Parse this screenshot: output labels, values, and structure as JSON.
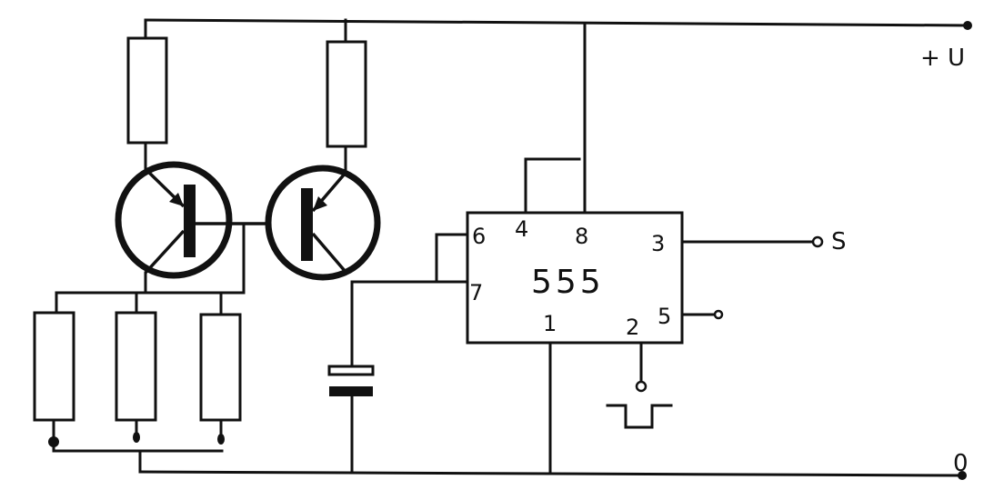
{
  "labels": {
    "supply": "+ U",
    "ground": "0",
    "output": "S",
    "ic": "555"
  },
  "pins": {
    "p6": "6",
    "p4": "4",
    "p8": "8",
    "p3": "3",
    "p7": "7",
    "p1": "1",
    "p2": "2",
    "p5": "5"
  }
}
